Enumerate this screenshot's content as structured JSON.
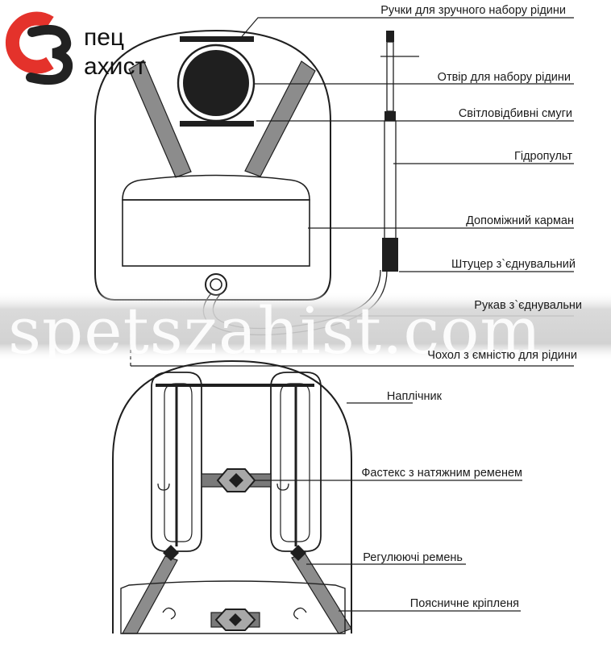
{
  "logo": {
    "word_top": "пец",
    "word_bottom": "ахист",
    "colors": {
      "red": "#e4322b",
      "dark": "#222222"
    }
  },
  "watermark": {
    "text": "spetszahist.com"
  },
  "callouts": [
    {
      "id": "handles",
      "text": "Ручки для зручного набору рідини"
    },
    {
      "id": "filler-hole",
      "text": "Отвір для набору рідини"
    },
    {
      "id": "reflective-strips",
      "text": "Світловідбивні смуги"
    },
    {
      "id": "hydro-gun",
      "text": "Гідропульт"
    },
    {
      "id": "aux-pocket",
      "text": "Допоміжний карман"
    },
    {
      "id": "connector-fitting",
      "text": "Штуцер з`єднувальний"
    },
    {
      "id": "connecting-hose",
      "text": "Рукав з`єднувальни"
    },
    {
      "id": "liquid-cover",
      "text": "Чохол з ємністю для рідини"
    },
    {
      "id": "shoulder-strap",
      "text": "Наплічник"
    },
    {
      "id": "fastex-buckle",
      "text": "Фастекс з натяжним ременем"
    },
    {
      "id": "adjusting-belt",
      "text": "Регулюючі ремень"
    },
    {
      "id": "waist-fastening",
      "text": "Поясничне кріпленя"
    }
  ],
  "colors": {
    "line": "#1f1f1f",
    "band_gray": "#8c8c8c",
    "watermark_band": "#d2d2d2"
  }
}
